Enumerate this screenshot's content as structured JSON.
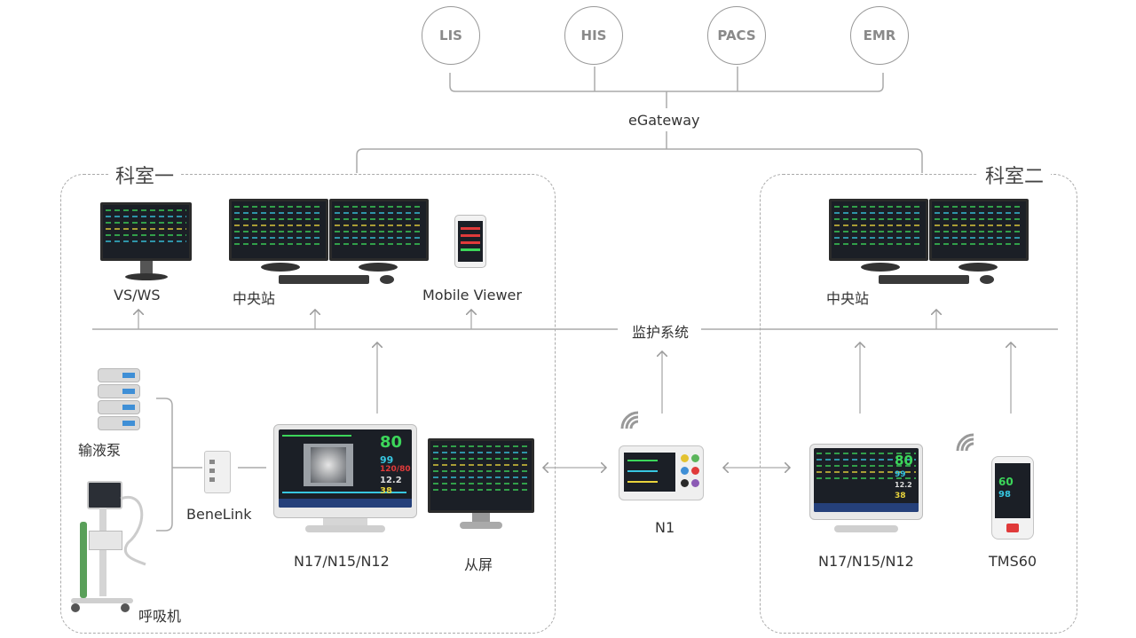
{
  "systems": [
    {
      "id": "lis",
      "label": "LIS"
    },
    {
      "id": "his",
      "label": "HIS"
    },
    {
      "id": "pacs",
      "label": "PACS"
    },
    {
      "id": "emr",
      "label": "EMR"
    }
  ],
  "gateway": "eGateway",
  "departments": {
    "left": {
      "title": "科室一",
      "devices": {
        "vsws": "VS/WS",
        "central": "中央站",
        "mobile": "Mobile Viewer",
        "pump": "输液泵",
        "benelink": "BeneLink",
        "ventilator": "呼吸机",
        "bedside": "N17/N15/N12",
        "slave": "从屏"
      }
    },
    "right": {
      "title": "科室二",
      "devices": {
        "central": "中央站",
        "bedside": "N17/N15/N12",
        "tms": "TMS60"
      }
    }
  },
  "network_label": "监护系统",
  "transport": "N1",
  "screen_values": {
    "hr": "80",
    "spo2": "99",
    "nibp": "120/80",
    "etco2": "12.2",
    "temp": "38",
    "tms_hr": "60",
    "tms_spo2": "98"
  },
  "colors": {
    "line": "#aaaaaa",
    "ecg": "#3cd65a",
    "spo2": "#37c6e0",
    "temp": "#e8d33c",
    "alarm": "#e03a3a"
  }
}
